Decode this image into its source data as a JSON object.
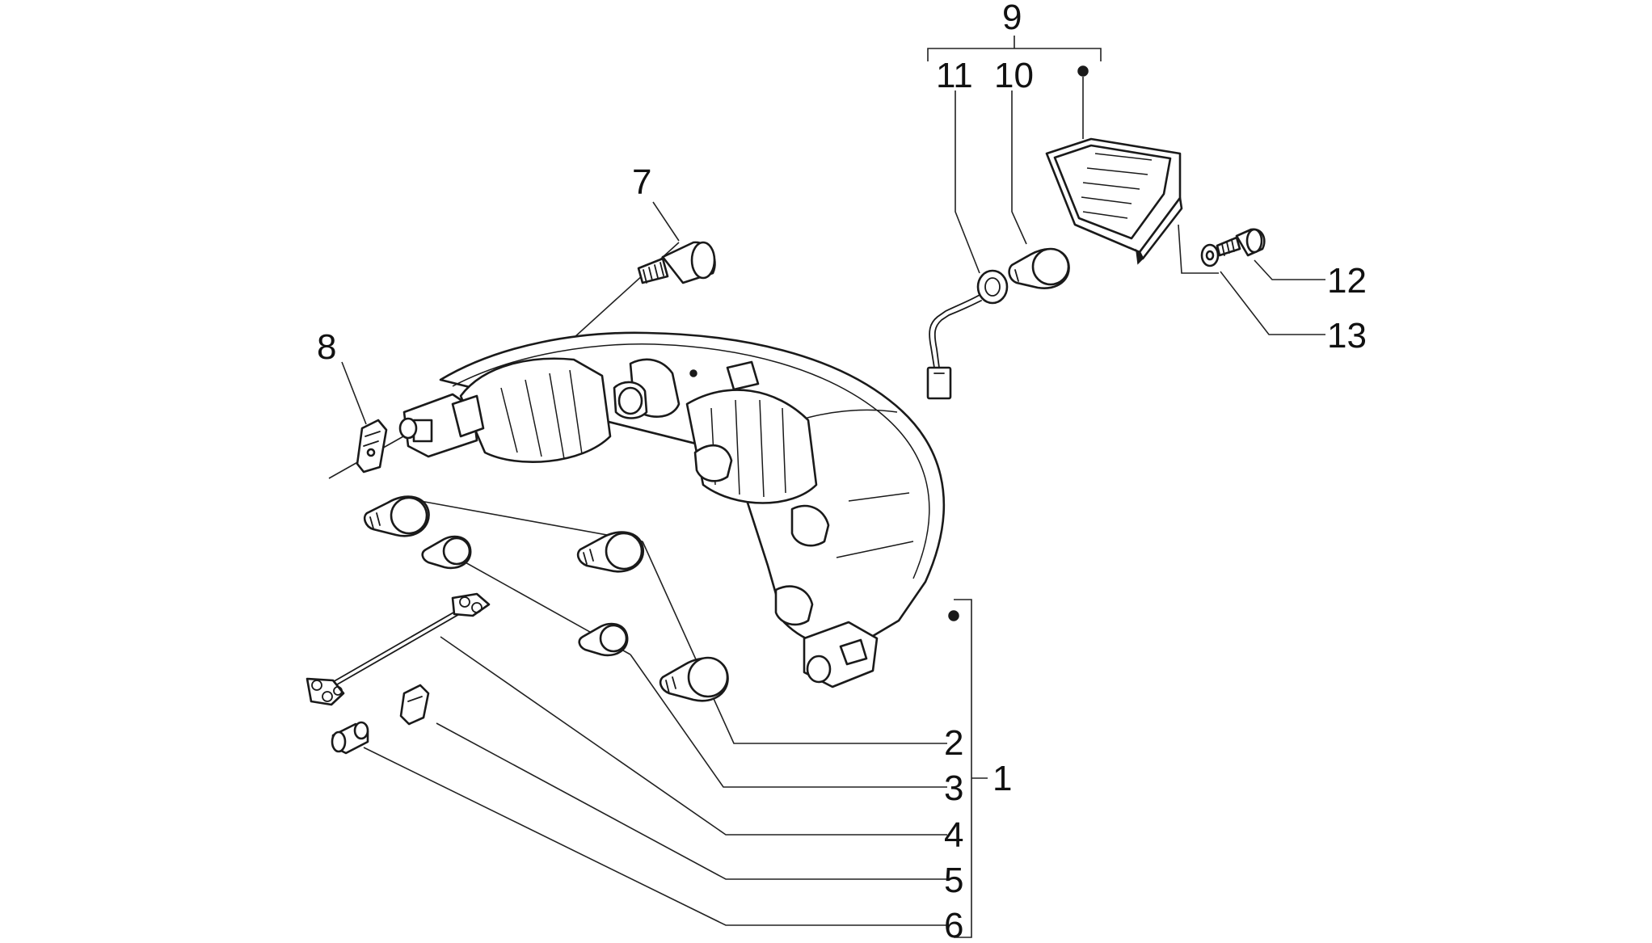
{
  "callouts": {
    "c1": "1",
    "c2": "2",
    "c3": "3",
    "c4": "4",
    "c5": "5",
    "c6": "6",
    "c7": "7",
    "c8": "8",
    "c9": "9",
    "c10": "10",
    "c11": "11",
    "c12": "12",
    "c13": "13"
  },
  "colors": {
    "line": "#1a1a1a",
    "background": "#ffffff"
  },
  "icons": {
    "headlight": "headlight-assembly-icon",
    "bulb": "bulb-icon",
    "screw": "screw-icon",
    "clip": "spring-clip-icon",
    "harness": "wiring-harness-icon",
    "sleeve": "rubber-sleeve-icon",
    "lamp_holder": "license-plate-lamp-holder-icon",
    "washer": "washer-icon",
    "socket": "bulb-socket-icon"
  }
}
